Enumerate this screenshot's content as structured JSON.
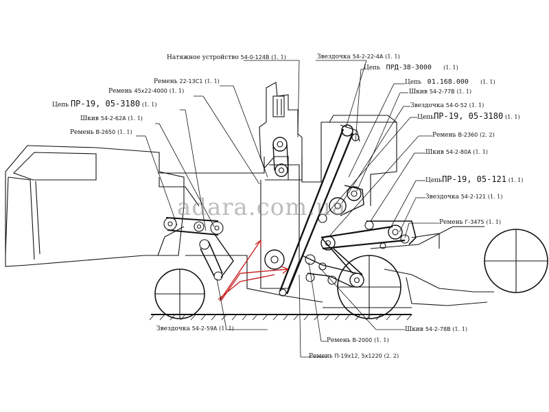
{
  "watermark": "adara.com.ua",
  "labels": [
    {
      "id": "tension",
      "name": "Натяжное устройство",
      "code": "54-0-124В",
      "qty": "(1. 1)"
    },
    {
      "id": "belt1",
      "name": "Ремень",
      "code": "22-13С1",
      "qty": "(1. 1)"
    },
    {
      "id": "belt2",
      "name": "Ремень",
      "code": "45х22-4000",
      "qty": "(1. 1)"
    },
    {
      "id": "chain1",
      "name": "Цепь",
      "code": "ПР-19, 05-3180",
      "qty": "(1. 1)"
    },
    {
      "id": "pulley1",
      "name": "Шкив",
      "code": "54-2-62А",
      "qty": "(1. 1)"
    },
    {
      "id": "belt3",
      "name": "Ремень",
      "code": "В-2650",
      "qty": "(1. 1)"
    },
    {
      "id": "sprocket1",
      "name": "Звездочка",
      "code": "54-2-22-4А",
      "qty": "(1. 1)"
    },
    {
      "id": "chain2",
      "name": "Цепь",
      "code": "ПРД-38-3000",
      "qty": "(1. 1)"
    },
    {
      "id": "chain3",
      "name": "Цепь",
      "code": "01.168.000",
      "qty": "(1. 1)"
    },
    {
      "id": "pulley2",
      "name": "Шкив",
      "code": "54-2-77В",
      "qty": "(1. 1)"
    },
    {
      "id": "sprocket2",
      "name": "Звездочка",
      "code": "54-0-52",
      "qty": "(1. 1)"
    },
    {
      "id": "chain4",
      "name": "Цепь",
      "code": "ПР-19, 05-3180",
      "qty": "(1. 1)"
    },
    {
      "id": "belt4",
      "name": "Ремень",
      "code": "В-2360",
      "qty": "(2. 2)"
    },
    {
      "id": "pulley3",
      "name": "Шкив",
      "code": "54-2-80А",
      "qty": "(1. 1)"
    },
    {
      "id": "chain5",
      "name": "Цепь",
      "code": "ПР-19, 05-121",
      "qty": "(1. 1)"
    },
    {
      "id": "sprocket3",
      "name": "Звездочка",
      "code": "54-2-121",
      "qty": "(1. 1)"
    },
    {
      "id": "belt5",
      "name": "Ремень",
      "code": "Г-3475",
      "qty": "(1. 1)"
    },
    {
      "id": "sprocket4",
      "name": "Звездочка",
      "code": "54-2-59А",
      "qty": "(1. 1)"
    },
    {
      "id": "pulley4",
      "name": "Шкив",
      "code": "54-2-78В",
      "qty": "(1. 1)"
    },
    {
      "id": "belt6",
      "name": "Ремень",
      "code": "В-2000",
      "qty": "(1. 1)"
    },
    {
      "id": "belt7",
      "name": "Ремень",
      "code": "П-19х12, 5х1220",
      "qty": "(2. 2)"
    }
  ]
}
